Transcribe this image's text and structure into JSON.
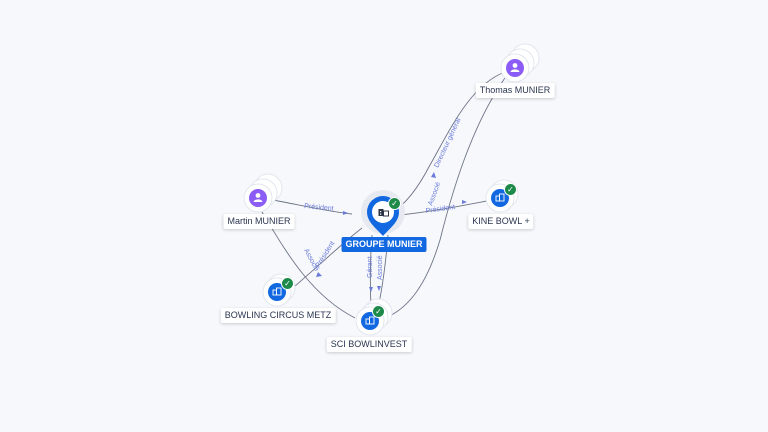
{
  "nodes": [
    {
      "id": "thomas",
      "label": "Thomas MUNIER",
      "kind": "person",
      "icon": "person-icon"
    },
    {
      "id": "martin",
      "label": "Martin MUNIER",
      "kind": "person",
      "icon": "person-icon"
    },
    {
      "id": "groupe",
      "label": "GROUPE MUNIER",
      "kind": "center",
      "icon": "company-icon",
      "verified": true
    },
    {
      "id": "kine",
      "label": "KINE BOWL +",
      "kind": "company",
      "icon": "company-icon",
      "verified": true
    },
    {
      "id": "bowling",
      "label": "BOWLING CIRCUS METZ",
      "kind": "company",
      "icon": "company-icon",
      "verified": true
    },
    {
      "id": "sci",
      "label": "SCI BOWLINVEST",
      "kind": "company",
      "icon": "company-icon",
      "verified": true
    }
  ],
  "edges": [
    {
      "from": "martin",
      "to": "groupe",
      "label": "Président"
    },
    {
      "from": "thomas",
      "to": "groupe",
      "label": "Directeur général"
    },
    {
      "from": "thomas",
      "to": "sci",
      "label": "Associé"
    },
    {
      "from": "groupe",
      "to": "kine",
      "label": "Président"
    },
    {
      "from": "martin",
      "to": "sci",
      "label": "Associé"
    },
    {
      "from": "groupe",
      "to": "bowling",
      "label": "Président"
    },
    {
      "from": "groupe",
      "to": "sci",
      "label": "Gérant"
    },
    {
      "from": "groupe",
      "to": "sci",
      "label": "Associé"
    }
  ],
  "colors": {
    "person": "#8b5cf6",
    "company": "#1268e0",
    "verified": "#1d8a4a",
    "edge_label": "#6a7bd8"
  }
}
